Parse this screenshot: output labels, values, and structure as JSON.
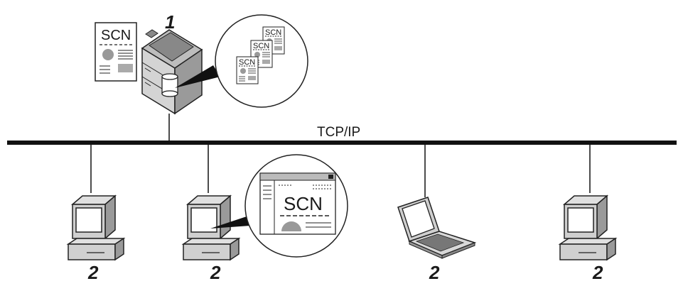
{
  "network": {
    "label": "TCP/IP"
  },
  "machine": {
    "number": "1"
  },
  "clients": {
    "number": "2"
  },
  "documents": {
    "label": "SCN"
  }
}
